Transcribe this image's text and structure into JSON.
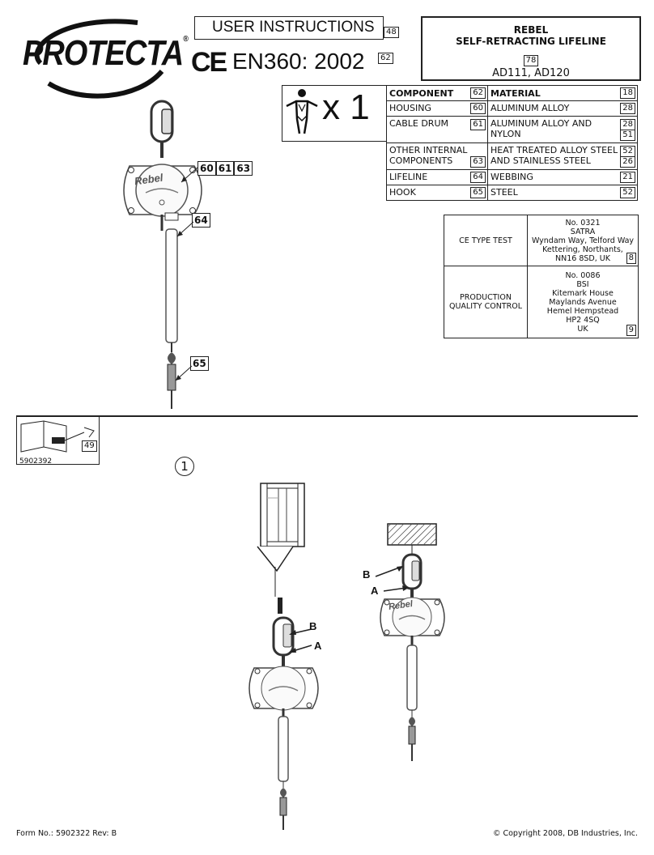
{
  "logo": {
    "text": "PROTECTA",
    "registered": "®"
  },
  "header": {
    "title": "USER INSTRUCTIONS",
    "title_ref": "48",
    "ce_mark": "CE",
    "standard": "EN360: 2002",
    "standard_ref": "62"
  },
  "product": {
    "brand": "REBEL",
    "name": "SELF-RETRACTING LIFELINE",
    "ref": "78",
    "models": "AD111, AD120"
  },
  "capacity": {
    "multiplier": "x 1"
  },
  "materials": {
    "header_component": "COMPONENT",
    "header_component_ref": "62",
    "header_material": "MATERIAL",
    "header_material_ref": "18",
    "rows": [
      {
        "component": "HOUSING",
        "component_ref": "60",
        "material": "ALUMINUM ALLOY",
        "material_ref": "28"
      },
      {
        "component": "CABLE DRUM",
        "component_ref": "61",
        "material": "ALUMINUM ALLOY AND NYLON",
        "material_ref": "28",
        "material_ref2": "51"
      },
      {
        "component": "OTHER INTERNAL COMPONENTS",
        "component_ref": "63",
        "material": "HEAT TREATED ALLOY STEEL AND STAINLESS STEEL",
        "material_ref": "52",
        "material_ref2": "26"
      },
      {
        "component": "LIFELINE",
        "component_ref": "64",
        "material": "WEBBING",
        "material_ref": "21"
      },
      {
        "component": "HOOK",
        "component_ref": "65",
        "material": "STEEL",
        "material_ref": "52"
      }
    ]
  },
  "ce": {
    "type_test_label": "CE TYPE TEST",
    "type_test_lines": [
      "No. 0321",
      "SATRA",
      "Wyndam Way, Telford Way",
      "Kettering, Northants,",
      "NN16 8SD, UK"
    ],
    "type_test_ref": "8",
    "qc_label": "PRODUCTION QUALITY CONTROL",
    "qc_lines": [
      "No. 0086",
      "BSI",
      "Kitemark House",
      "Maylands Avenue",
      "Hemel Hempstead",
      "HP2 4SQ",
      "UK"
    ],
    "qc_ref": "9"
  },
  "callouts": {
    "housing": "60",
    "drum": "61",
    "internal": "63",
    "lifeline": "64",
    "hook": "65"
  },
  "device_label": "Rebel",
  "doc": {
    "number": "5902392",
    "ref": "49"
  },
  "figure": {
    "number": "1",
    "label_b": "B",
    "label_a": "A"
  },
  "footer": {
    "form": "Form No.: 5902322 Rev: B",
    "copyright": "© Copyright 2008, DB Industries, Inc."
  }
}
